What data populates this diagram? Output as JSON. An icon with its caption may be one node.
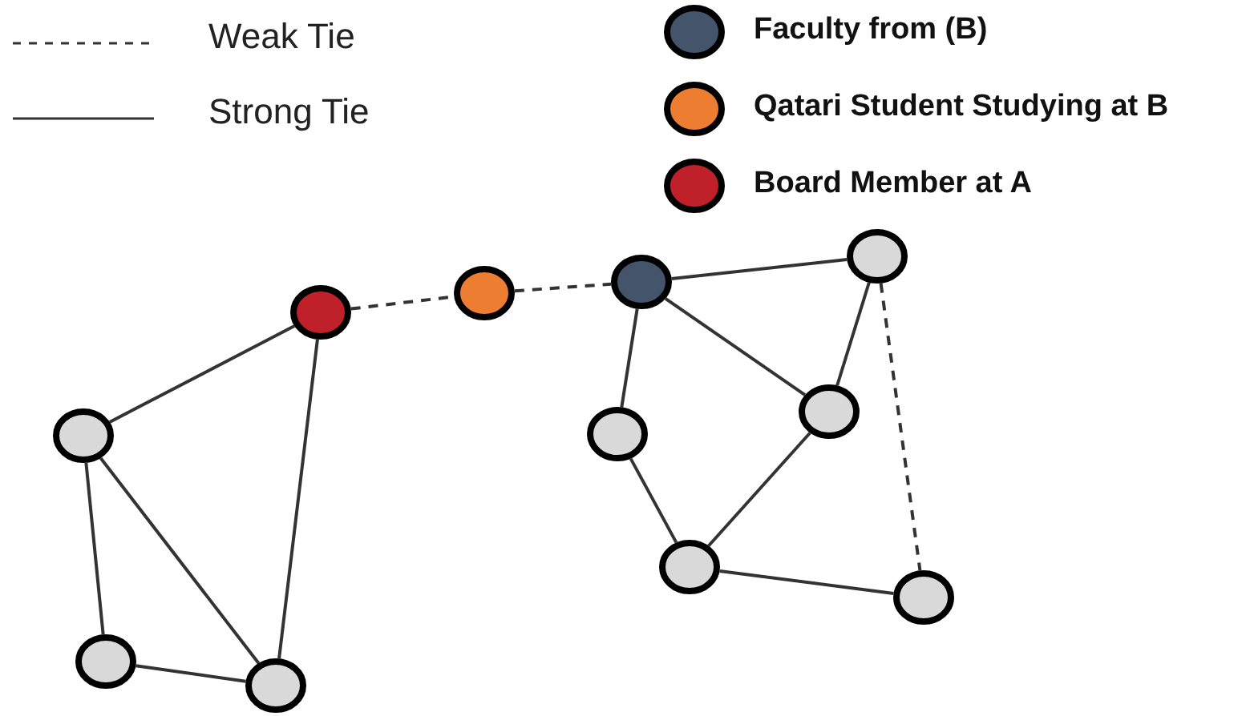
{
  "diagram": {
    "nodes": [
      {
        "text": [],
        "shape": "circle"
      },
      {
        "text": [],
        "shape": "circle"
      },
      {
        "text": [],
        "shape": "circle"
      },
      {
        "text": [],
        "shape": "circle"
      },
      {
        "text": [],
        "shape": "circle"
      },
      {
        "text": [],
        "shape": "circle"
      },
      {
        "text": [],
        "shape": "circle"
      },
      {
        "text": [],
        "shape": "circle"
      },
      {
        "text": [],
        "shape": "circle"
      },
      {
        "text": [],
        "shape": "circle"
      },
      {
        "text": [],
        "shape": "circle"
      }
    ],
    "edges": [
      {
        "from": 0,
        "to": 1,
        "arrow": "none",
        "style": "dashed"
      },
      {
        "from": 1,
        "to": 2,
        "arrow": "none",
        "style": "dashed"
      },
      {
        "from": 0,
        "to": 4,
        "arrow": "none"
      },
      {
        "from": 0,
        "to": 10,
        "arrow": "none"
      },
      {
        "from": 4,
        "to": 9,
        "arrow": "none"
      },
      {
        "from": 4,
        "to": 10,
        "arrow": "none"
      },
      {
        "from": 9,
        "to": 10,
        "arrow": "none"
      },
      {
        "from": 2,
        "to": 3,
        "arrow": "none"
      },
      {
        "from": 2,
        "to": 5,
        "arrow": "none"
      },
      {
        "from": 2,
        "to": 6,
        "arrow": "none"
      },
      {
        "from": 3,
        "to": 6,
        "arrow": "none"
      },
      {
        "from": 3,
        "to": 8,
        "arrow": "none",
        "style": "dashed"
      },
      {
        "from": 5,
        "to": 7,
        "arrow": "none"
      },
      {
        "from": 6,
        "to": 7,
        "arrow": "none"
      },
      {
        "from": 7,
        "to": 8,
        "arrow": "none"
      }
    ],
    "legend": [
      {
        "text": "Weak Tie"
      },
      {
        "text": "Strong Tie"
      },
      {
        "text": "Faculty from (B)",
        "color": "#44546a"
      },
      {
        "text": "Qatari Student Studying at B",
        "color": "#ed7d31"
      },
      {
        "text": "Board Member at A",
        "color": "#c0202a"
      }
    ]
  }
}
